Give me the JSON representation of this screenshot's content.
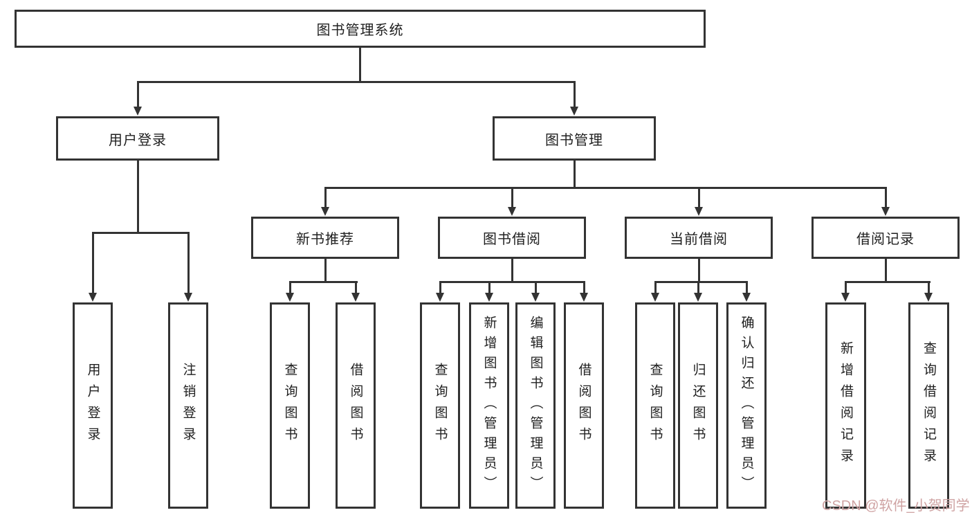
{
  "diagram": {
    "title": "图书管理系统",
    "level2": {
      "user_login": {
        "label": "用户登录",
        "children": [
          "用户登录",
          "注销登录"
        ]
      },
      "book_mgmt": {
        "label": "图书管理"
      }
    },
    "sections": [
      {
        "label": "新书推荐",
        "children": [
          "查询图书",
          "借阅图书"
        ]
      },
      {
        "label": "图书借阅",
        "children": [
          "查询图书",
          "新增图书（管理员）",
          "编辑图书（管理员）",
          "借阅图书"
        ]
      },
      {
        "label": "当前借阅",
        "children": [
          "查询图书",
          "归还图书",
          "确认归还（管理员）"
        ]
      },
      {
        "label": "借阅记录",
        "children": [
          "新增借阅记录",
          "查询借阅记录"
        ]
      }
    ],
    "watermark": "CSDN @软件_小贺同学",
    "colors": {
      "line": "#333333",
      "text": "#1f1f1f",
      "watermark": "#cfa3a3",
      "background": "#ffffff"
    }
  }
}
